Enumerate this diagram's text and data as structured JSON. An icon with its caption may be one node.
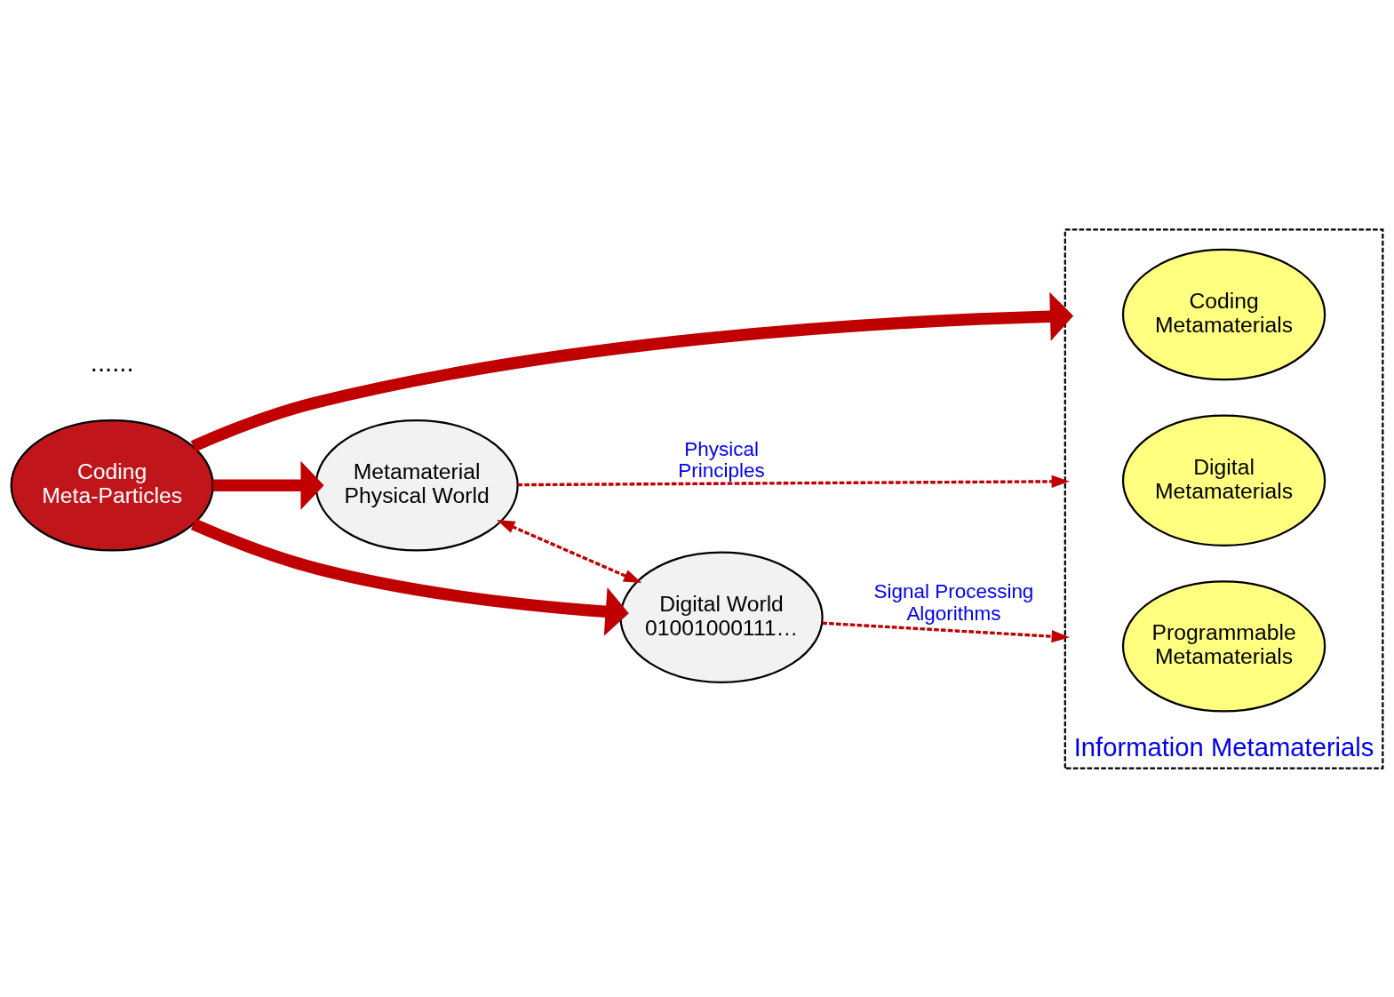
{
  "diagram": {
    "nodes": [
      {
        "text": [
          "Information Metamaterials"
        ]
      },
      {
        "text": [
          "Metamaterial Physical World"
        ]
      },
      {
        "text": [
          "Digital Metamaterials"
        ],
        "in": 0
      },
      {
        "text": [
          "Coding Meta-Particles"
        ]
      },
      {
        "text": [
          "Coding Metamaterials"
        ],
        "in": 0
      },
      {
        "text": [
          "Digital World 01001000111…"
        ]
      },
      {
        "text": [
          "Programmable Metamaterials"
        ],
        "in": 0
      }
    ],
    "edges": [
      {
        "from": 1,
        "to": 0,
        "arrow": "to",
        "style": "dashed",
        "label": "Physical Principles"
      },
      {
        "from": 1,
        "to": 5,
        "arrow": "both",
        "style": "dashed"
      },
      {
        "from": 3,
        "to": 1,
        "arrow": "to",
        "style": "thick"
      },
      {
        "from": 3,
        "to": 0,
        "arrow": "to",
        "style": "thick"
      },
      {
        "from": 3,
        "to": 5,
        "arrow": "to",
        "style": "thick"
      },
      {
        "from": 5,
        "to": 0,
        "arrow": "to",
        "style": "dashed",
        "label": "Signal Processing Algorithms"
      }
    ],
    "labels": [
      "......"
    ]
  }
}
